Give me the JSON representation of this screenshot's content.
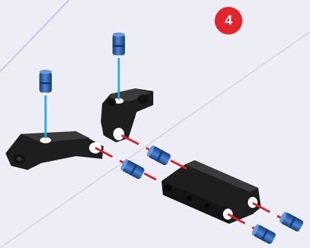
{
  "step": {
    "number": "4",
    "badge_color": "#e3242b"
  },
  "colors": {
    "background": "#edeef5",
    "guide_lines": "#c9c6e2",
    "part_black": "#1e1e1e",
    "part_black_highlight": "#3a3a3a",
    "connector_blue": "#1d4f9a",
    "connector_blue_light": "#4f85d0",
    "vertical_guide": "#29a8e0",
    "horizontal_guide": "#d92027"
  },
  "parts": {
    "connectors": [
      "blue-connector",
      "blue-connector",
      "blue-connector",
      "blue-connector",
      "blue-connector",
      "blue-connector"
    ],
    "black_parts": [
      "cross-arm-left",
      "cross-arm-upper",
      "rod-beam"
    ]
  }
}
